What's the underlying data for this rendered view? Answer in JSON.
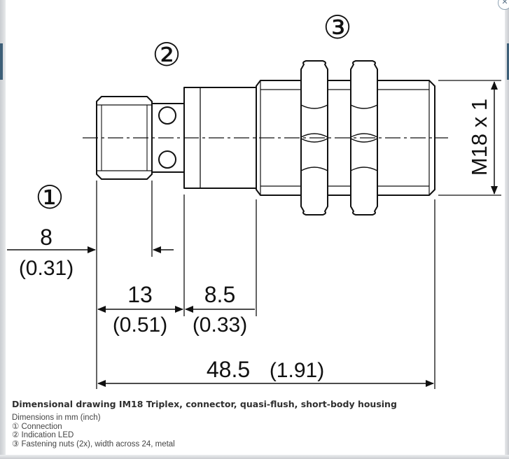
{
  "drawing": {
    "callouts": [
      "①",
      "②",
      "③"
    ],
    "thread_label": "M18 x 1",
    "dimensions": {
      "connector": {
        "mm": "8",
        "inch": "(0.31)"
      },
      "body": {
        "mm": "13",
        "inch": "(0.51)"
      },
      "led_section": {
        "mm": "8.5",
        "inch": "(0.33)"
      },
      "total": {
        "mm": "48.5",
        "inch": "(1.91)"
      }
    }
  },
  "caption": {
    "title": "Dimensional drawing IM18 Triplex, connector, quasi-flush, short-body housing",
    "lines": [
      "Dimensions in mm (inch)",
      "① Connection",
      "② Indication LED",
      "③ Fastening nuts (2x), width across 24, metal"
    ]
  },
  "window": {
    "close_symbol": "✕"
  }
}
